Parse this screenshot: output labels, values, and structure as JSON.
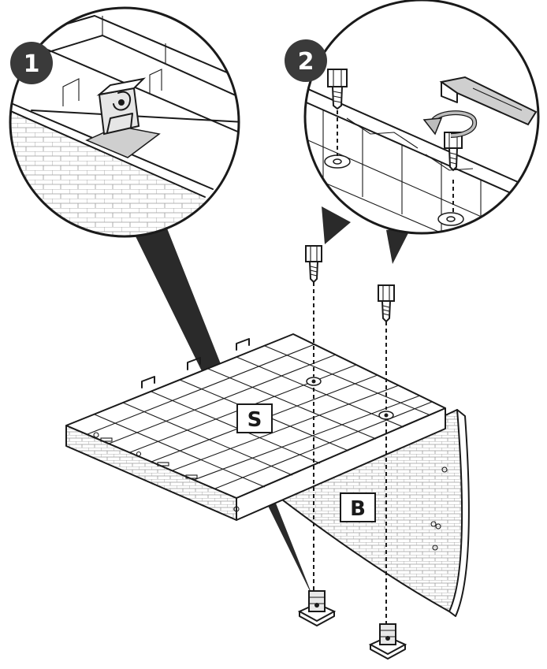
{
  "steps": [
    {
      "number": "1"
    },
    {
      "number": "2"
    }
  ],
  "labels": {
    "shelf": "S",
    "bracket": "B"
  },
  "colors": {
    "line": "#1a1a1a",
    "step_badge": "#3a3a3a",
    "brick_pattern": "#9a9a9a",
    "highlight": "#cfcfcf"
  }
}
